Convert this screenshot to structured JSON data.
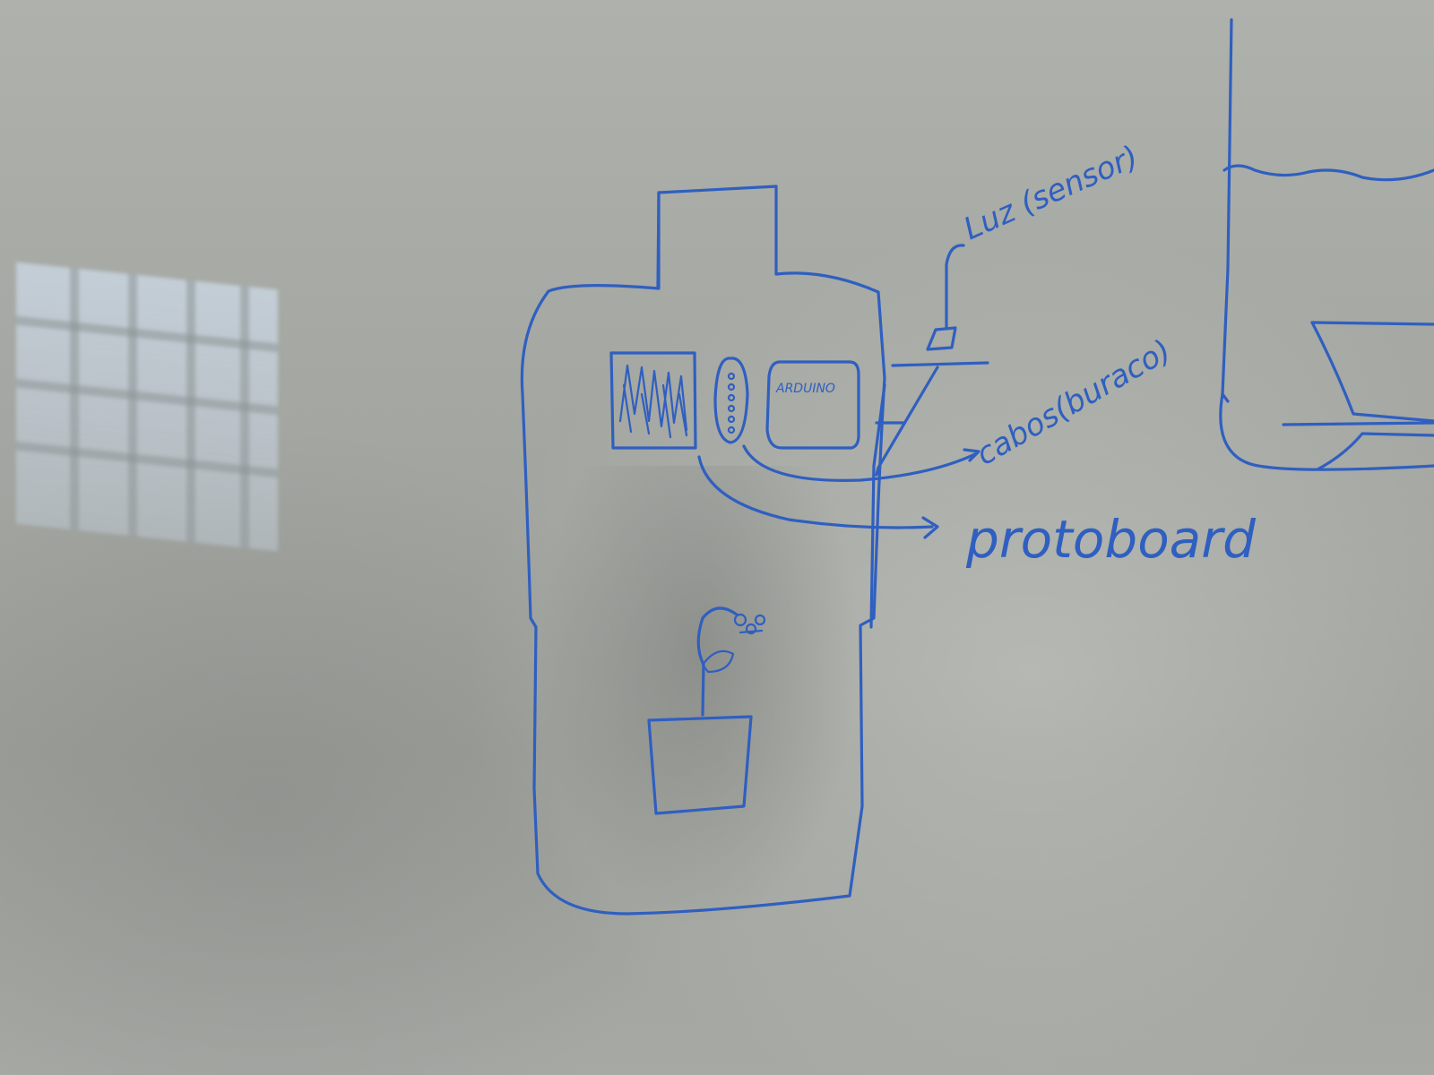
{
  "labels": {
    "arduino": "ARDUINO",
    "luz": "Luz (sensor)",
    "cabos": "cabos(buraco)",
    "protoboard": "protoboard"
  },
  "colors": {
    "ink": "#2f5fc0",
    "board": "#a3a6a1"
  }
}
